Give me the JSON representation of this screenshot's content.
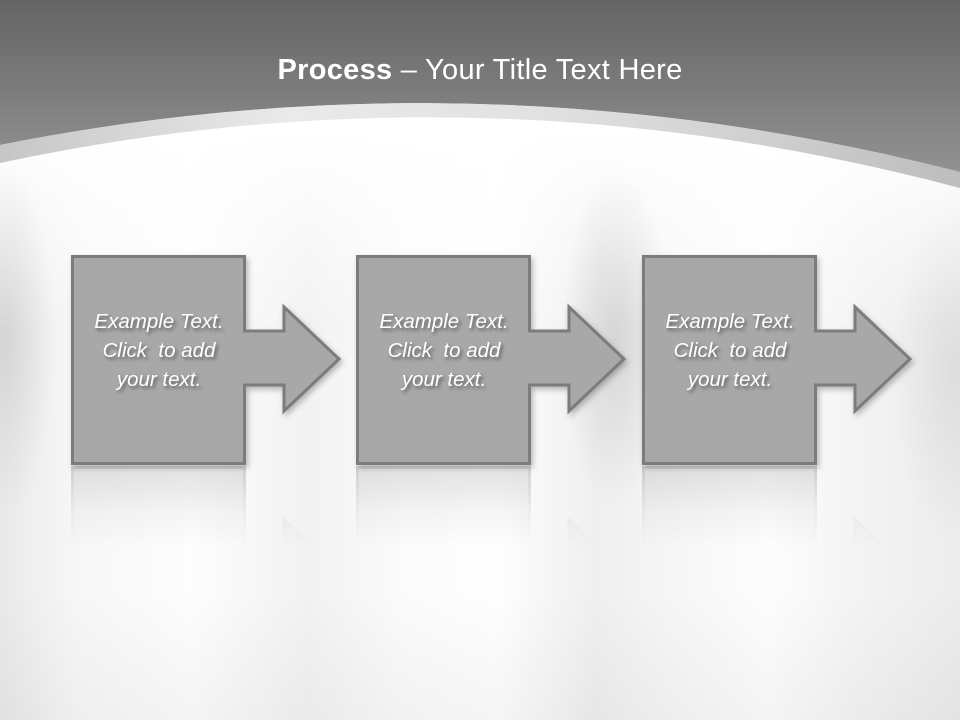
{
  "title": {
    "bold": "Process",
    "rest": "– Your Title Text Here"
  },
  "steps": [
    {
      "lines": [
        "Example Text.",
        "Click  to add",
        "your text."
      ]
    },
    {
      "lines": [
        "Example Text.",
        "Click  to add",
        "your text."
      ]
    },
    {
      "lines": [
        "Example Text.",
        "Click  to add",
        "your text."
      ]
    }
  ],
  "colors": {
    "header_gradient_top": "#656565",
    "header_gradient_bottom": "#929292",
    "curve_band": "#d9d9d9",
    "shape_fill": "#a8a8a8",
    "shape_border": "#7c7c7c",
    "step_text": "#ffffff",
    "title_text": "#ffffff",
    "content_background": "#f1f1f1"
  }
}
